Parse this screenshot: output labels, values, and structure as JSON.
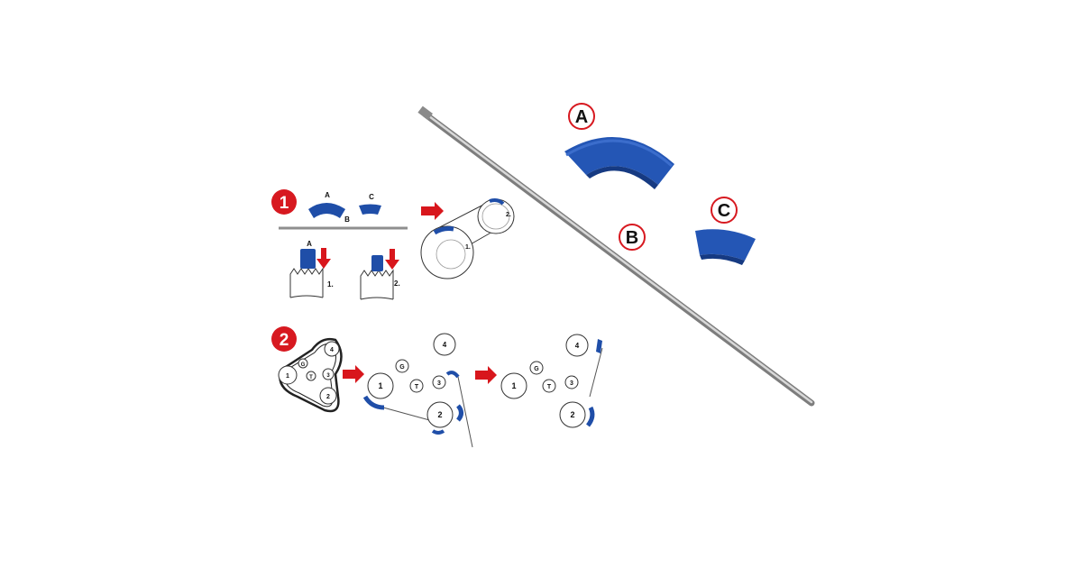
{
  "colors": {
    "part_blue": "#1f4ea8",
    "part_blue_dark": "#163a82",
    "step_red": "#d71920",
    "arrow_red": "#d8161c",
    "rod_grey": "#9a9a9a",
    "line": "#222222"
  },
  "parts": {
    "a_label": "A",
    "b_label": "B",
    "c_label": "C"
  },
  "step1": {
    "badge": "1",
    "mini_a": "A",
    "mini_b": "B",
    "mini_c": "C",
    "detail_a": "A",
    "detail_1": "1.",
    "detail_2": "2.",
    "pulley_1": "1.",
    "pulley_2": "2."
  },
  "step2": {
    "badge": "2",
    "pulleys": {
      "p1": "1",
      "p2": "2",
      "p3": "3",
      "p4": "4",
      "g": "G",
      "t": "T"
    }
  },
  "icons": [
    "step-arrow-icon",
    "push-down-arrow-icon"
  ]
}
